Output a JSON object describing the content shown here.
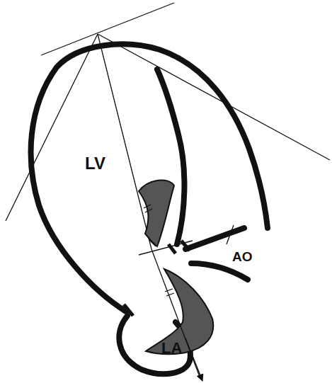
{
  "diagram": {
    "labels": [
      "LV",
      "AO",
      "LA"
    ]
  }
}
